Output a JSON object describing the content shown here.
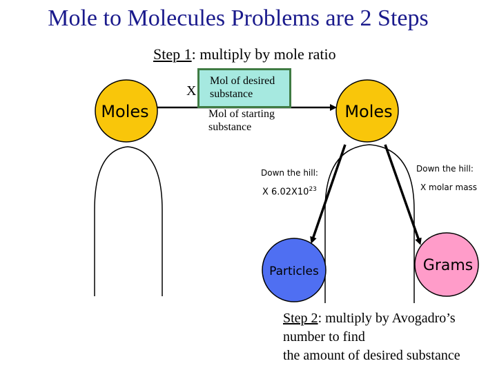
{
  "title": "Mole to Molecules Problems are 2 Steps",
  "step1": {
    "label": "Step 1",
    "text": ": multiply by mole ratio"
  },
  "multiply_sign": "X",
  "ratio": {
    "numerator_line1": "Mol of desired",
    "numerator_line2": "substance",
    "denominator_line1": "Mol of starting",
    "denominator_line2": "substance"
  },
  "nodes": {
    "moles_left": "Moles",
    "moles_right": "Moles",
    "particles": "Particles",
    "grams": "Grams"
  },
  "left_path": {
    "label": "Down the hill:",
    "operation": "X 6.02X10",
    "exponent": "23"
  },
  "right_path": {
    "label": "Down the hill:",
    "operation": "X molar mass"
  },
  "step2": {
    "label": "Step 2",
    "line1": ": multiply by Avogadro’s",
    "line2": "number to find",
    "line3": "the amount of desired substance"
  },
  "colors": {
    "title": "#1a1a8c",
    "moles_fill": "#f9c60a",
    "particles_fill": "#4f6ff2",
    "grams_fill": "#ff9cc9",
    "ratio_fill": "#a6e9e0",
    "ratio_border": "#3f7b43"
  }
}
